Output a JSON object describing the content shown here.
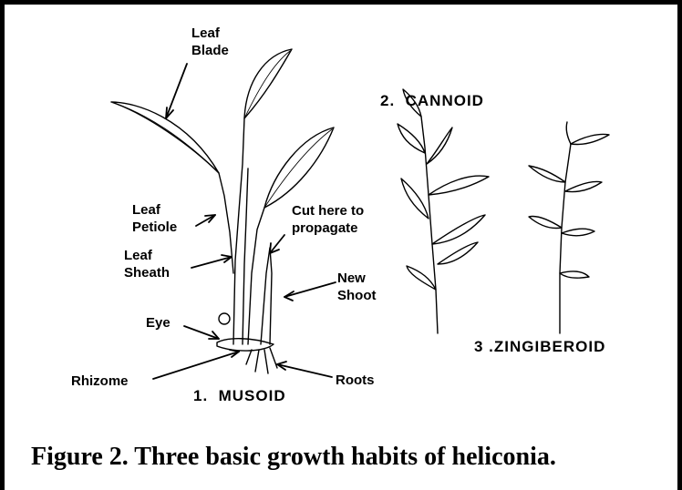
{
  "labels": {
    "leaf_blade": "Leaf\nBlade",
    "leaf_petiole": "Leaf\nPetiole",
    "leaf_sheath": "Leaf\nSheath",
    "cut_here": "Cut here to\npropagate",
    "new_shoot": "New\nShoot",
    "eye": "Eye",
    "rhizome": "Rhizome",
    "roots": "Roots"
  },
  "habits": {
    "musoid": "1.  MUSOID",
    "cannoid": "2.  CANNOID",
    "zingiberoid": "3 .ZINGIBEROID"
  },
  "caption": "Figure 2. Three basic growth habits of heliconia."
}
